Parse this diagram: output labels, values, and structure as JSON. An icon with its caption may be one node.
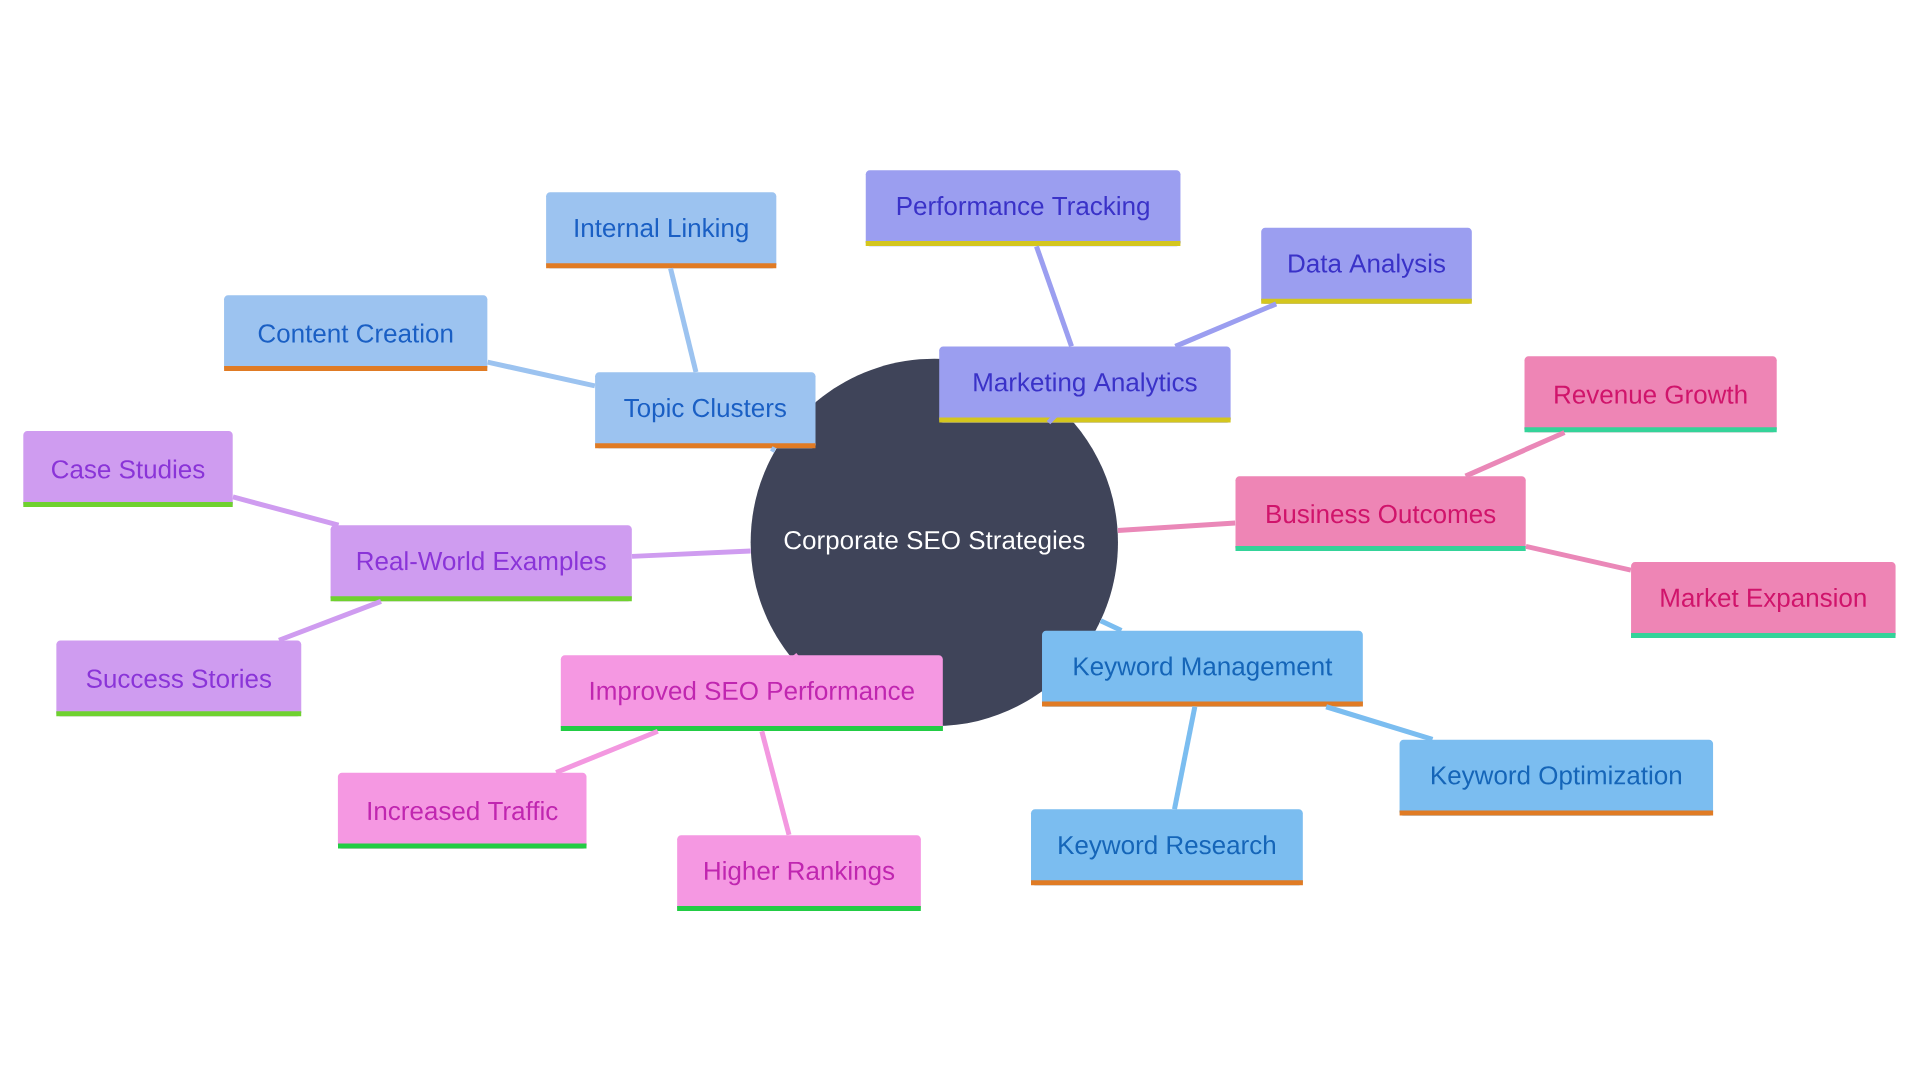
{
  "diagram": {
    "nodes": [
      {
        "text": [
          "Corporate SEO Strategies"
        ]
      },
      {
        "text": [
          "Topic Clusters"
        ]
      },
      {
        "text": [
          "Internal Linking"
        ]
      },
      {
        "text": [
          "Content Creation"
        ]
      },
      {
        "text": [
          "Marketing Analytics"
        ]
      },
      {
        "text": [
          "Performance Tracking"
        ]
      },
      {
        "text": [
          "Data Analysis"
        ]
      },
      {
        "text": [
          "Business Outcomes"
        ]
      },
      {
        "text": [
          "Revenue Growth"
        ]
      },
      {
        "text": [
          "Market Expansion"
        ]
      },
      {
        "text": [
          "Keyword Management"
        ]
      },
      {
        "text": [
          "Keyword Optimization"
        ]
      },
      {
        "text": [
          "Keyword Research"
        ]
      },
      {
        "text": [
          "Improved SEO Performance"
        ]
      },
      {
        "text": [
          "Increased Traffic"
        ]
      },
      {
        "text": [
          "Higher Rankings"
        ]
      },
      {
        "text": [
          "Real-World Examples"
        ]
      },
      {
        "text": [
          "Case Studies"
        ]
      },
      {
        "text": [
          "Success Stories"
        ]
      }
    ],
    "edges": [
      {
        "from": 0,
        "to": 1,
        "arrow": "none",
        "color": "#9cc3f0"
      },
      {
        "from": 1,
        "to": 2,
        "arrow": "none",
        "color": "#9cc3f0"
      },
      {
        "from": 1,
        "to": 3,
        "arrow": "none",
        "color": "#9cc3f0"
      },
      {
        "from": 0,
        "to": 4,
        "arrow": "none",
        "color": "#9b9ef0"
      },
      {
        "from": 4,
        "to": 5,
        "arrow": "none",
        "color": "#9b9ef0"
      },
      {
        "from": 4,
        "to": 6,
        "arrow": "none",
        "color": "#9b9ef0"
      },
      {
        "from": 0,
        "to": 7,
        "arrow": "none",
        "color": "#ea88b8"
      },
      {
        "from": 7,
        "to": 8,
        "arrow": "none",
        "color": "#ea88b8"
      },
      {
        "from": 7,
        "to": 9,
        "arrow": "none",
        "color": "#ea88b8"
      },
      {
        "from": 0,
        "to": 10,
        "arrow": "none",
        "color": "#7bbdf0"
      },
      {
        "from": 10,
        "to": 11,
        "arrow": "none",
        "color": "#7bbdf0"
      },
      {
        "from": 10,
        "to": 12,
        "arrow": "none",
        "color": "#7bbdf0"
      },
      {
        "from": 0,
        "to": 13,
        "arrow": "none",
        "color": "#f398e0"
      },
      {
        "from": 13,
        "to": 14,
        "arrow": "none",
        "color": "#f398e0"
      },
      {
        "from": 13,
        "to": 15,
        "arrow": "none",
        "color": "#f398e0"
      },
      {
        "from": 0,
        "to": 16,
        "arrow": "none",
        "color": "#cf9cf0"
      },
      {
        "from": 16,
        "to": 17,
        "arrow": "none",
        "color": "#cf9cf0"
      },
      {
        "from": 16,
        "to": 18,
        "arrow": "none",
        "color": "#cf9cf0"
      }
    ]
  }
}
